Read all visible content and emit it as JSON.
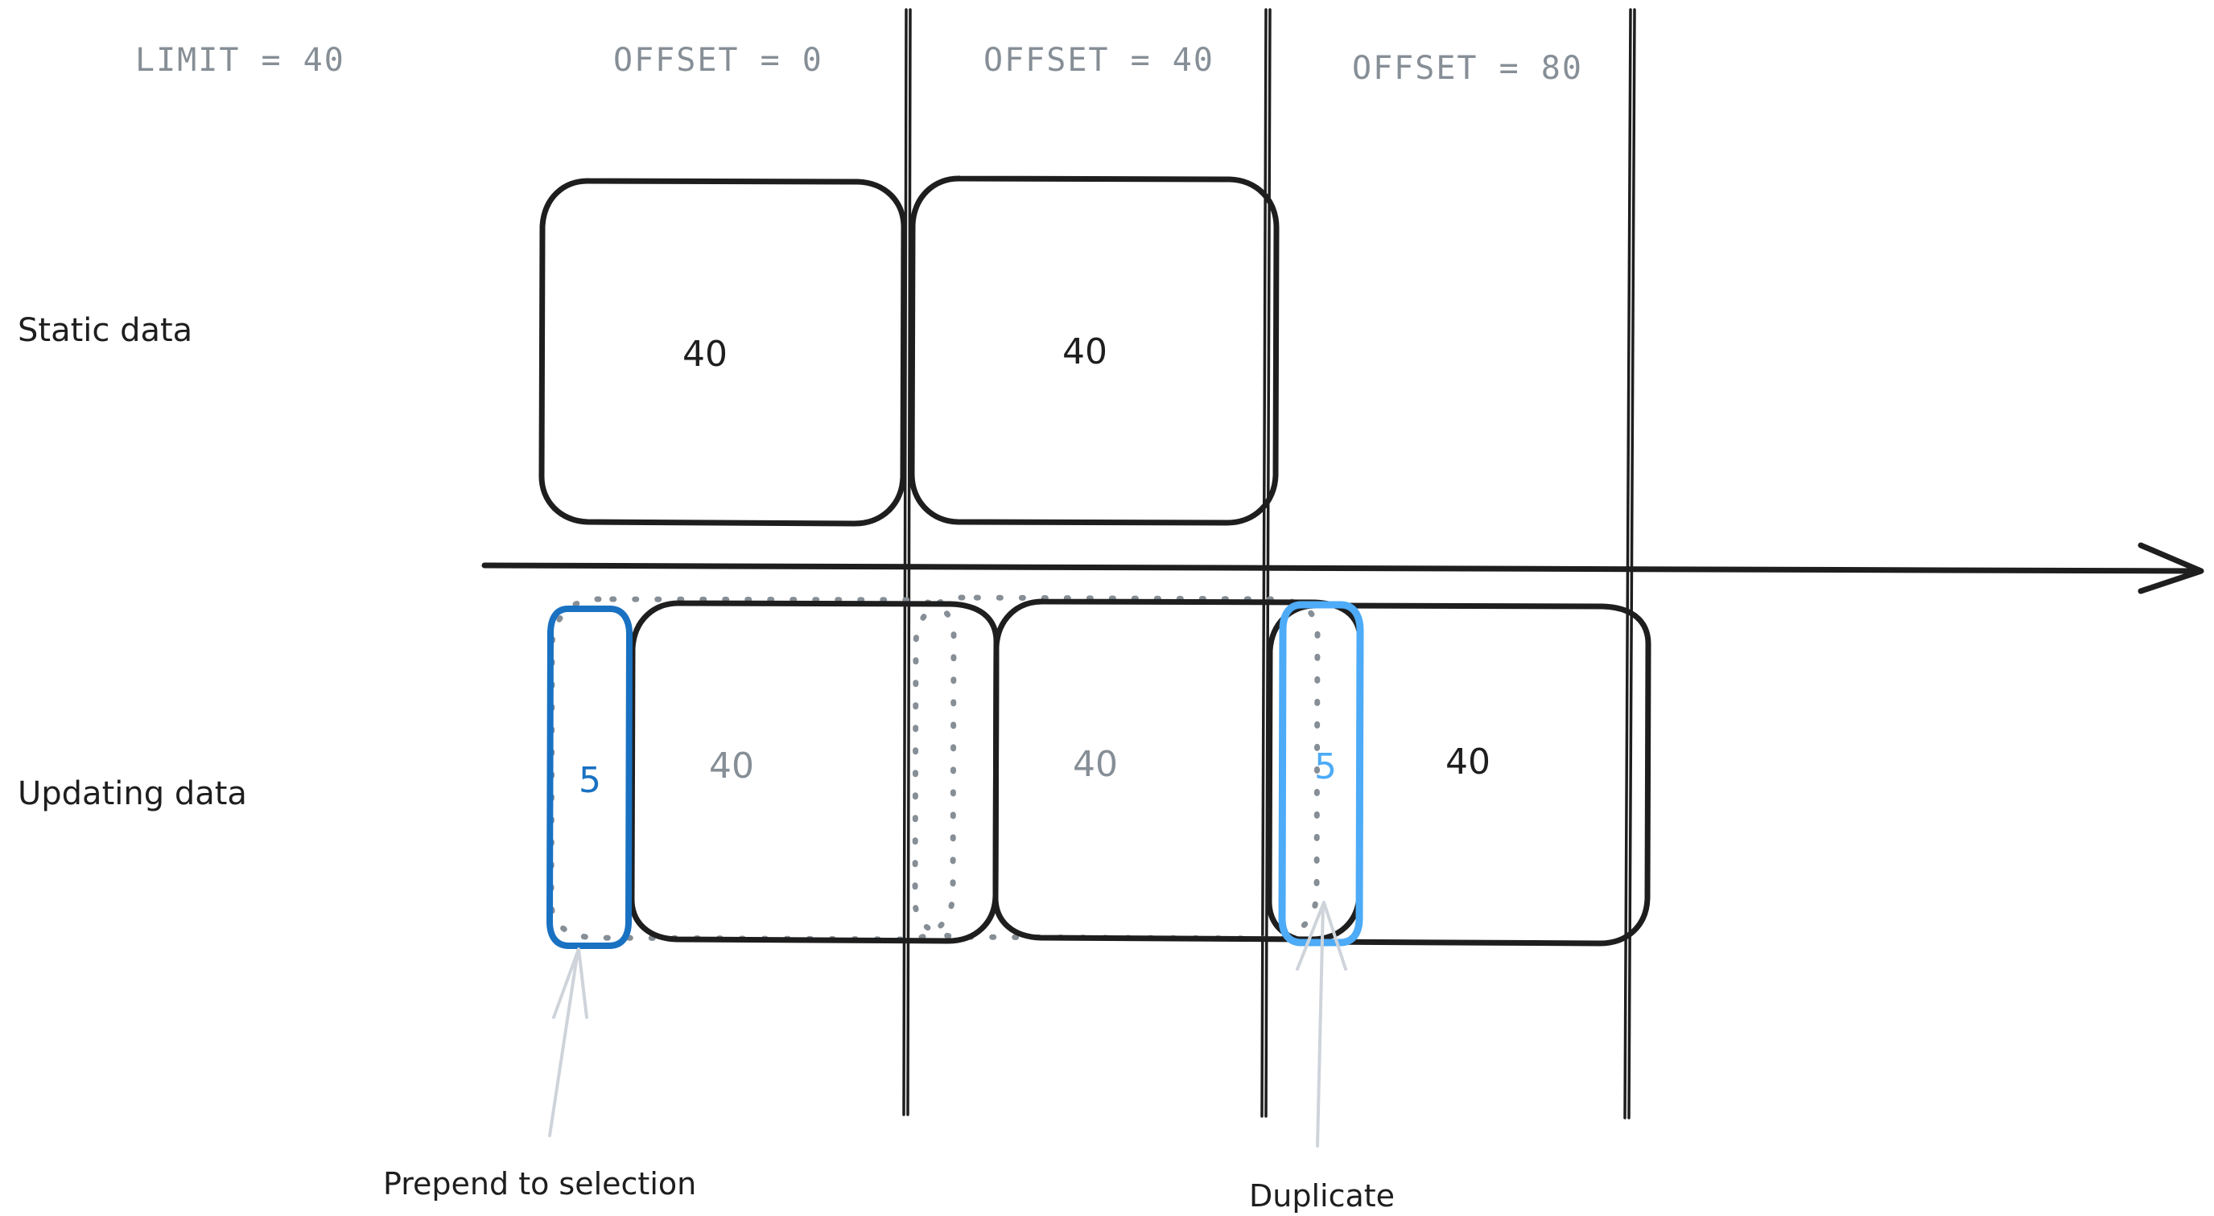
{
  "diagram": {
    "title_hidden": "",
    "columns": [
      {
        "id": "limit",
        "label": "LIMIT = 40"
      },
      {
        "id": "offset0",
        "label": "OFFSET = 0"
      },
      {
        "id": "offset40",
        "label": "OFFSET = 40"
      },
      {
        "id": "offset80",
        "label": "OFFSET = 80"
      }
    ],
    "rows": [
      {
        "id": "static",
        "label": "Static data"
      },
      {
        "id": "updating",
        "label": "Updating data"
      }
    ],
    "static_row": {
      "pages": [
        {
          "value": "40",
          "color": "#1e1e1e",
          "style": "solid"
        },
        {
          "value": "40",
          "color": "#1e1e1e",
          "style": "solid"
        }
      ]
    },
    "updating_row": {
      "prepend_chunk": {
        "value": "5",
        "color": "#1971c2",
        "style": "blue-solid"
      },
      "duplicate_chunk": {
        "value": "5",
        "color": "#4dabf7",
        "style": "blue-solid"
      },
      "pages": [
        {
          "value": "40",
          "color": "#868e96",
          "style": "solid"
        },
        {
          "value": "40",
          "color": "#868e96",
          "style": "solid"
        },
        {
          "value": "40",
          "color": "#1e1e1e",
          "style": "solid"
        }
      ],
      "ghost_outlines": 2
    },
    "annotations": [
      {
        "id": "prepend",
        "label": "Prepend to selection"
      },
      {
        "id": "duplicate",
        "label": "Duplicate"
      }
    ],
    "colors": {
      "ink": "#1e1e1e",
      "muted": "#868e96",
      "blue_dark": "#1971c2",
      "blue_light": "#4dabf7",
      "arrow_gray": "#ced4da",
      "background": "#ffffff"
    }
  }
}
